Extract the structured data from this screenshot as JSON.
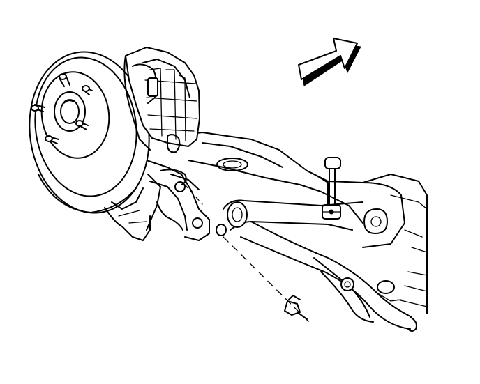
{
  "diagram": {
    "subject": "rear-axle-disc-brake-stabilizer-link",
    "line_color": "#000000",
    "background": "#ffffff",
    "parts": [
      "brake-rotor",
      "brake-caliper",
      "rear-axle-housing",
      "stabilizer-bar",
      "stabilizer-link",
      "mounting-bracket",
      "fastener",
      "direction-arrow"
    ]
  }
}
